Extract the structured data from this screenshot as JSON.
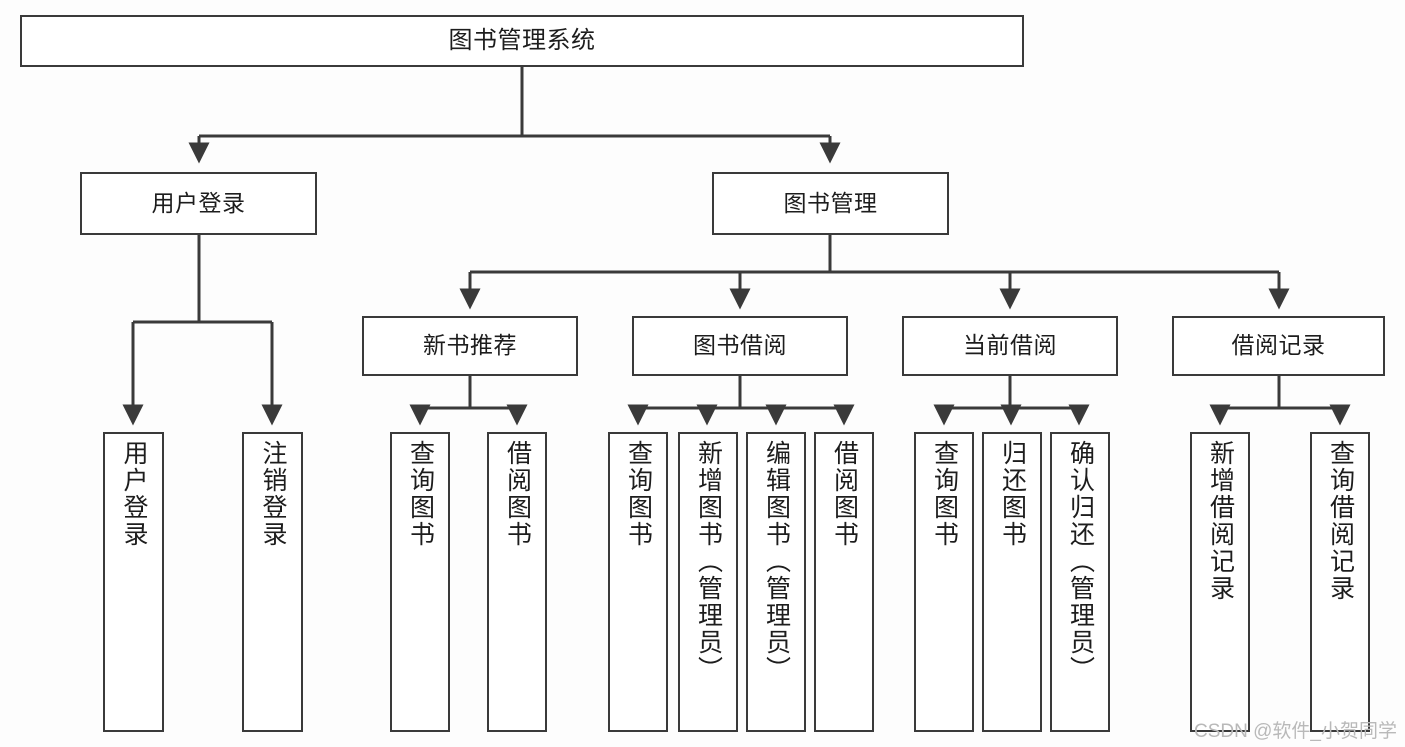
{
  "diagram": {
    "title": "图书管理系统",
    "type": "tree",
    "watermark": "CSDN @软件_小贺同学",
    "colors": {
      "node_border": "#3a3a3a",
      "node_fill": "#ffffff",
      "edge": "#3a3a3a",
      "background": "#fdfdfd",
      "watermark": "#b9b9b9"
    },
    "nodes": {
      "root": {
        "label": "图书管理系统"
      },
      "level2": [
        {
          "label": "用户登录"
        },
        {
          "label": "图书管理"
        }
      ],
      "level3": [
        {
          "label": "新书推荐"
        },
        {
          "label": "图书借阅"
        },
        {
          "label": "当前借阅"
        },
        {
          "label": "借阅记录"
        }
      ],
      "leaves": {
        "user_login": [
          {
            "label": "用户登录"
          },
          {
            "label": "注销登录"
          }
        ],
        "new_book_recommend": [
          {
            "label": "查询图书"
          },
          {
            "label": "借阅图书"
          }
        ],
        "book_borrow": [
          {
            "label": "查询图书"
          },
          {
            "label": "新增图书（管理员）"
          },
          {
            "label": "编辑图书（管理员）"
          },
          {
            "label": "借阅图书"
          }
        ],
        "current_borrow": [
          {
            "label": "查询图书"
          },
          {
            "label": "归还图书"
          },
          {
            "label": "确认归还（管理员）"
          }
        ],
        "borrow_record": [
          {
            "label": "新增借阅记录"
          },
          {
            "label": "查询借阅记录"
          }
        ]
      }
    }
  }
}
